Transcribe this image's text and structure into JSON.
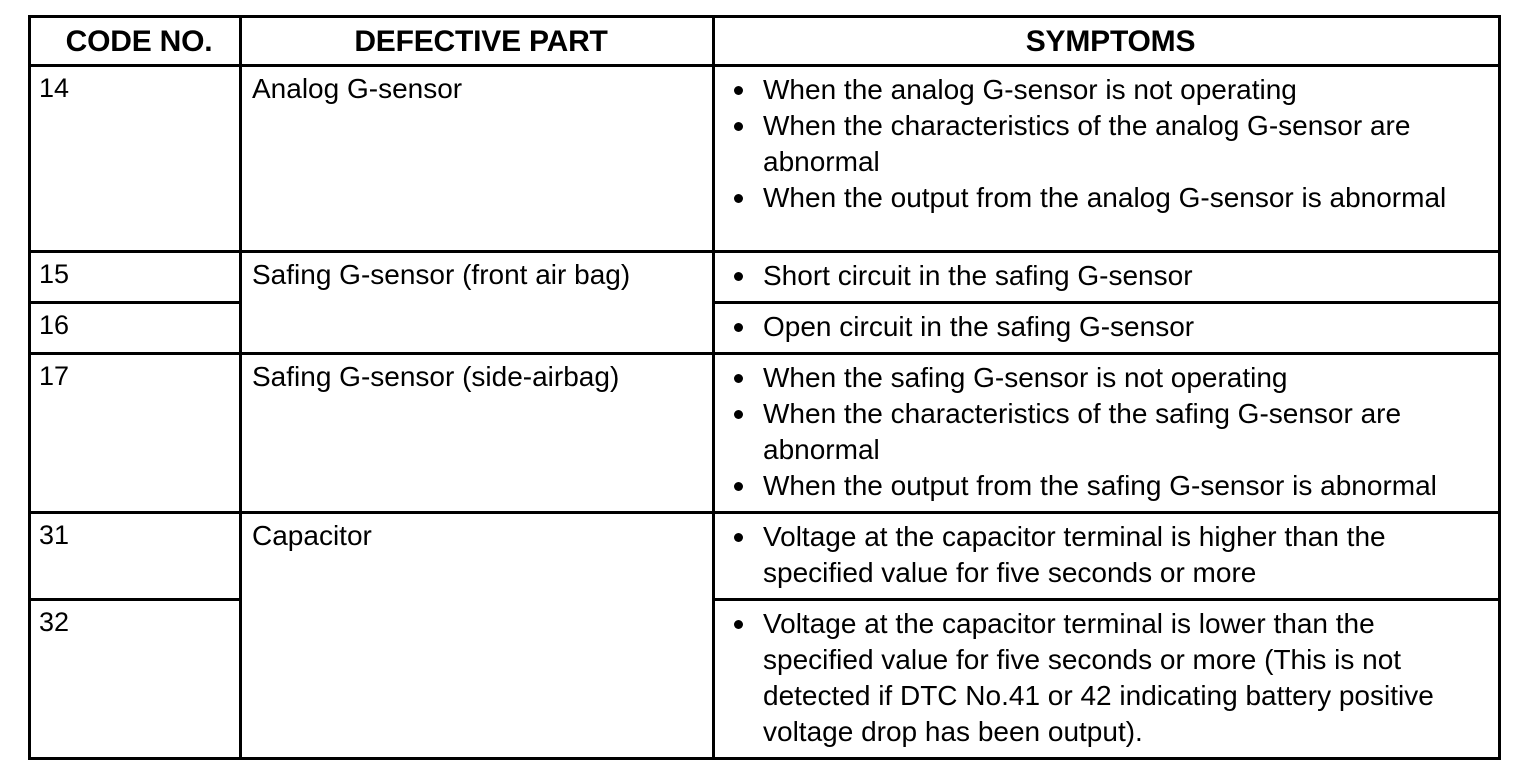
{
  "table": {
    "columns": [
      {
        "key": "code",
        "label": "CODE NO."
      },
      {
        "key": "part",
        "label": "DEFECTIVE PART"
      },
      {
        "key": "symptoms",
        "label": "SYMPTOMS"
      }
    ],
    "rows": [
      {
        "code": "14",
        "part": "Analog G-sensor",
        "symptoms": [
          "When the analog G-sensor is not operating",
          "When the characteristics of the analog G-sensor are abnormal",
          "When the output from the analog G-sensor is abnormal"
        ]
      },
      {
        "code": "15",
        "part": "Safing G-sensor (front air bag)",
        "symptoms": [
          "Short circuit in the safing G-sensor"
        ]
      },
      {
        "code": "16",
        "part": "",
        "symptoms": [
          "Open circuit in the safing G-sensor"
        ]
      },
      {
        "code": "17",
        "part": "Safing G-sensor (side-airbag)",
        "symptoms": [
          "When the safing G-sensor is not operating",
          "When the characteristics of the safing G-sensor are abnormal",
          "When the output from the safing G-sensor is abnormal"
        ]
      },
      {
        "code": "31",
        "part": "Capacitor",
        "symptoms": [
          "Voltage at the capacitor terminal is higher than the specified value for five seconds or more"
        ]
      },
      {
        "code": "32",
        "part": "",
        "symptoms": [
          "Voltage at the capacitor terminal is lower than the specified value for five seconds or more (This is not detected if DTC No.41 or 42 indicating battery positive voltage drop has been output)."
        ]
      }
    ]
  },
  "colors": {
    "border": "#000000",
    "text": "#000000",
    "background": "#ffffff"
  }
}
